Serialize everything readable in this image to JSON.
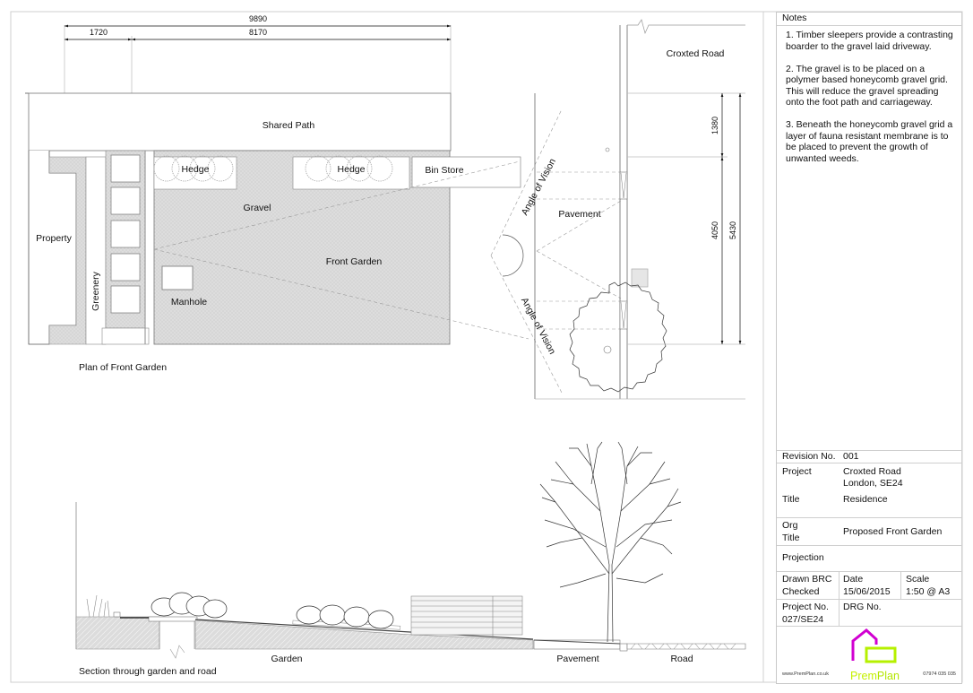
{
  "plan": {
    "title": "Plan of Front Garden",
    "dimensions": {
      "overall_width": "9890",
      "left_segment": "1720",
      "right_segment": "8170",
      "upper_depth": "1380",
      "lower_depth": "4050",
      "total_depth": "5430"
    },
    "labels": {
      "shared_path": "Shared Path",
      "croxted_road": "Croxted Road",
      "property": "Property",
      "greenery": "Greenery",
      "hedge_left": "Hedge",
      "hedge_right": "Hedge",
      "bin_store": "Bin Store",
      "gravel": "Gravel",
      "front_garden": "Front Garden",
      "manhole": "Manhole",
      "pavement": "Pavement",
      "angle_of_vision_top": "Angle of Vision",
      "angle_of_vision_bottom": "Angle of Vision"
    }
  },
  "section": {
    "title": "Section through garden and road",
    "labels": {
      "garden": "Garden",
      "pavement": "Pavement",
      "road": "Road"
    }
  },
  "notes": {
    "heading": "Notes",
    "items": [
      "1. Timber sleepers provide a contrasting boarder to the gravel laid driveway.",
      "2. The gravel is to be placed on a polymer based honeycomb gravel grid. This will reduce the gravel spreading onto the foot path and carriageway.",
      "3. Beneath the honeycomb gravel grid a layer of fauna resistant  membrane is to be placed to prevent the growth of unwanted weeds."
    ]
  },
  "title_block": {
    "revision_label": "Revision No.",
    "revision_value": "001",
    "project_label": "Project",
    "project_line1": "Croxted Road",
    "project_line2": "London, SE24",
    "title_label": "Title",
    "title_value": "Residence",
    "org_label": "Org",
    "org_title_label": "Title",
    "org_title_value": "Proposed Front Garden",
    "projection_label": "Projection",
    "drawn_label": "Drawn BRC",
    "checked_label": "Checked",
    "date_label": "Date",
    "date_value": "15/06/2015",
    "scale_label": "Scale",
    "scale_value": "1:50 @ A3",
    "project_no_label": "Project No.",
    "project_no_value": "027/SE24",
    "drg_no_label": "DRG No."
  },
  "branding": {
    "website": "www.PremPlan.co.uk",
    "phone": "07974 035 035",
    "name_part1": "Prem",
    "name_part2": "Plan",
    "colors": {
      "house": "#d100d1",
      "box": "#b6f000"
    }
  }
}
